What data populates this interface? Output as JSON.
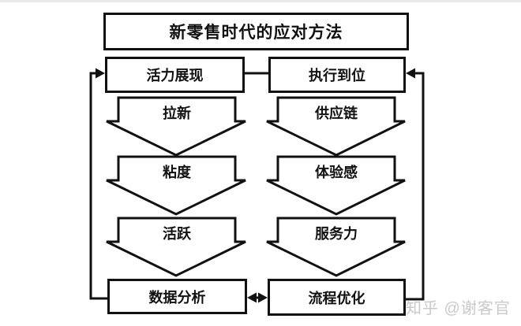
{
  "diagram": {
    "title": "新零售时代的应对方法",
    "top_row": {
      "left_label": "活力展现",
      "right_label": "执行到位"
    },
    "left_flow": [
      "拉新",
      "粘度",
      "活跃"
    ],
    "right_flow": [
      "供应链",
      "体验感",
      "服务力"
    ],
    "bottom_row": {
      "left_label": "数据分析",
      "right_label": "流程优化"
    },
    "connectors": {
      "top_link": "活力展现-执行到位",
      "bottom_link": "数据分析-流程优化 双向",
      "left_feedback": "数据分析→活力展现",
      "right_feedback": "流程优化→执行到位"
    },
    "colors": {
      "stroke": "#111111",
      "background": "#ffffff",
      "watermark": "#c9c9c9"
    }
  },
  "watermark": {
    "text": "知乎 @谢客官"
  }
}
